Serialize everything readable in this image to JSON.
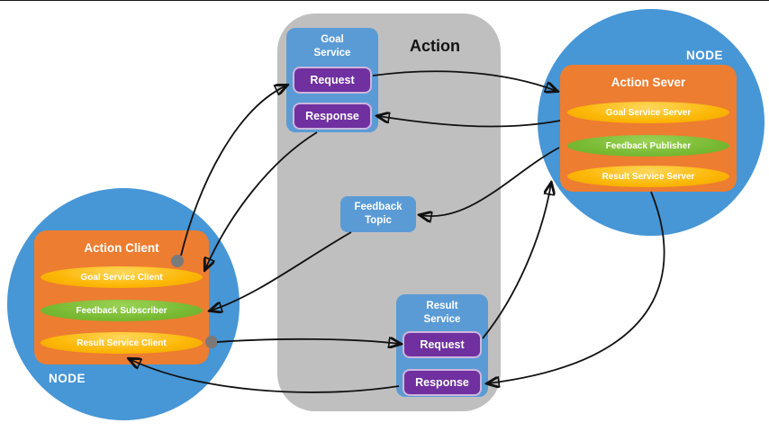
{
  "colors": {
    "node_blue": "#4796D6",
    "box_blue": "#5B9BD5",
    "action_gray": "#BFBFBF",
    "orange": "#ED7D31",
    "purple": "#7030A0",
    "yellow": "#FCB705",
    "green": "#79BA33",
    "dot_gray": "#7A7A7A"
  },
  "action": {
    "title": "Action"
  },
  "goal_service": {
    "title": "Goal\nService",
    "request": "Request",
    "response": "Response"
  },
  "feedback_topic": {
    "title": "Feedback\nTopic"
  },
  "result_service": {
    "title": "Result\nService",
    "request": "Request",
    "response": "Response"
  },
  "server_node": {
    "label": "NODE",
    "box_title": "Action Sever",
    "items": [
      {
        "label": "Goal Service Server",
        "color": "yellow"
      },
      {
        "label": "Feedback Publisher",
        "color": "green"
      },
      {
        "label": "Result Service Server",
        "color": "yellow"
      }
    ]
  },
  "client_node": {
    "label": "NODE",
    "box_title": "Action Client",
    "items": [
      {
        "label": "Goal Service Client",
        "color": "yellow"
      },
      {
        "label": "Feedback Subscriber",
        "color": "green"
      },
      {
        "label": "Result Service Client",
        "color": "yellow"
      }
    ]
  }
}
